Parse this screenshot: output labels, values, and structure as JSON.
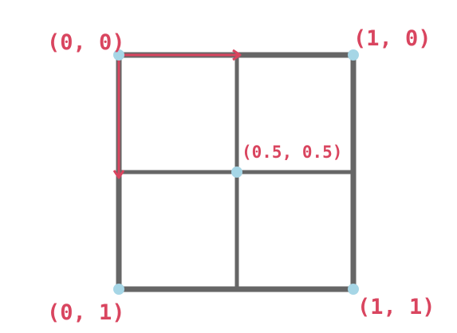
{
  "diagram": {
    "colors": {
      "grid": "#666666",
      "arrow": "#d9455f",
      "dot": "#a6d6e6",
      "label": "#d9455f",
      "background": "#ffffff"
    },
    "labels": {
      "top_left": "(0, 0)",
      "top_right": "(1, 0)",
      "center": "(0.5, 0.5)",
      "bottom_left": "(0, 1)",
      "bottom_right": "(1, 1)"
    }
  }
}
